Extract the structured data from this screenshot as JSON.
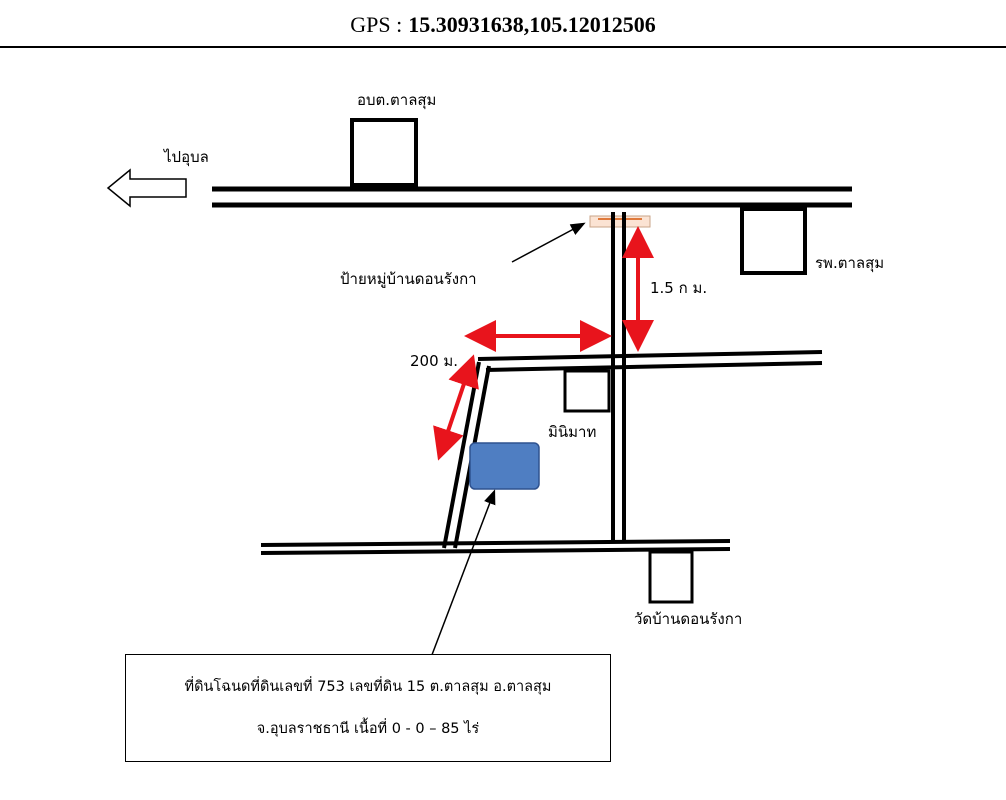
{
  "header": {
    "gps_label": "GPS :",
    "gps_value": "15.30931638,105.12012506"
  },
  "labels": {
    "to_ubon": "ไปอุบล",
    "sao_office": "อบต.ตาลสุม",
    "hospital": "รพ.ตาลสุม",
    "village_sign": "ป้ายหมู่บ้านดอนรังกา",
    "distance_1": "1.5 ก ม.",
    "distance_2": "200 ม.",
    "minimart": "มินิมาท",
    "temple": "วัดบ้านดอนรังกา"
  },
  "info": {
    "line1": "ที่ดินโฉนดที่ดินเลขที่ 753 เลขที่ดิน 15  ต.ตาลสุม  อ.ตาลสุม",
    "line2": "จ.อุบลราชธานี เนื้อที่ 0  - 0 – 85 ไร่"
  },
  "colors": {
    "road": "#000000",
    "distance_arrow": "#e8141c",
    "plot_fill": "#4f7ec2",
    "plot_stroke": "#2f528f",
    "sign": "#e07a3c"
  }
}
